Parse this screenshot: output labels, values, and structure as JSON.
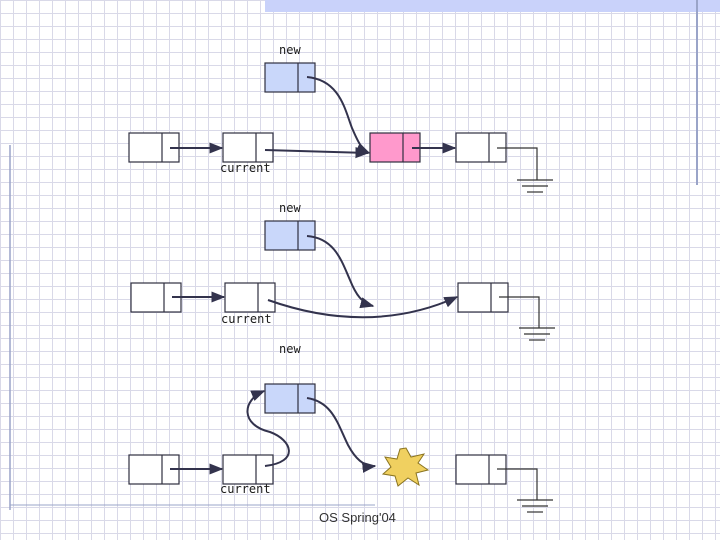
{
  "labels": {
    "new": "new",
    "current": "current"
  },
  "footer": "OS Spring'04",
  "colors": {
    "new_node": "#c9d7fa",
    "inserted_node": "#ff99cc",
    "plain_node": "#ffffff",
    "burst": "#f0d060",
    "top_bar": "#c9d2fa",
    "wire": "#33334d"
  }
}
